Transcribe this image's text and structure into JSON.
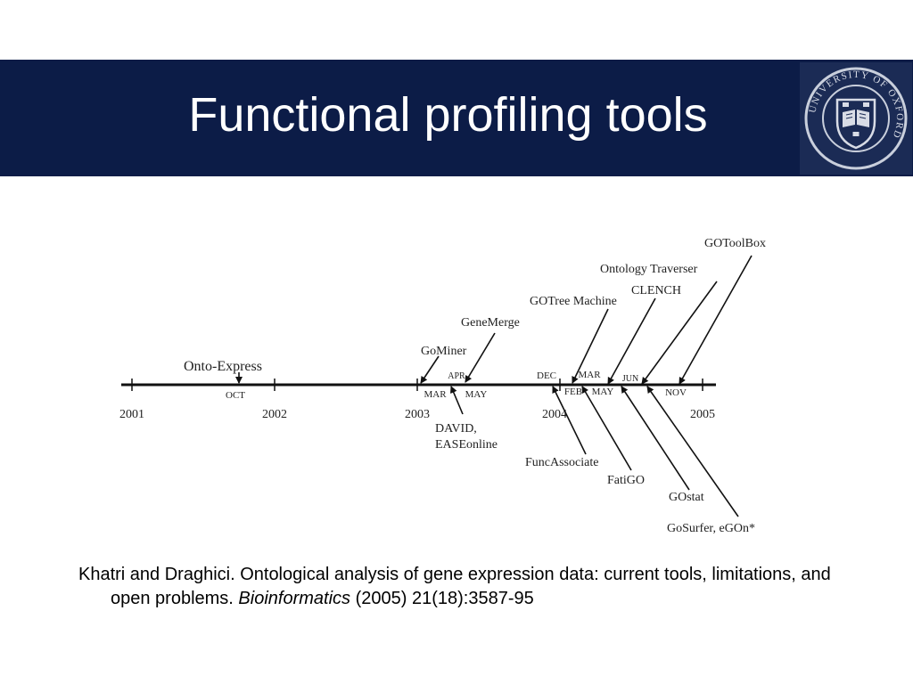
{
  "slide": {
    "title": "Functional profiling tools",
    "logo": {
      "icon": "university-of-oxford-crest-icon",
      "text": "UNIVERSITY OF OXFORD"
    },
    "colors": {
      "header_background": "#0c1c47",
      "title_text": "#ffffff"
    }
  },
  "timeline": {
    "years": [
      "2001",
      "2002",
      "2003",
      "2004",
      "2005"
    ],
    "month_labels": [
      {
        "id": "oct",
        "text": "OCT"
      },
      {
        "id": "mar",
        "text": "MAR"
      },
      {
        "id": "apr",
        "text": "APR"
      },
      {
        "id": "may",
        "text": "MAY"
      },
      {
        "id": "dec",
        "text": "DEC"
      },
      {
        "id": "mar2",
        "text": "MAR"
      },
      {
        "id": "feb",
        "text": "FEB"
      },
      {
        "id": "may2",
        "text": "MAY"
      },
      {
        "id": "jun",
        "text": "JUN"
      },
      {
        "id": "nov",
        "text": "NOV"
      }
    ],
    "tools": [
      {
        "id": "onto-express",
        "text": "Onto-Express"
      },
      {
        "id": "gominer",
        "text": "GoMiner"
      },
      {
        "id": "genemerge",
        "text": "GeneMerge"
      },
      {
        "id": "gotree-machine",
        "text": "GOTree Machine"
      },
      {
        "id": "ontology-traverser",
        "text": "Ontology Traverser"
      },
      {
        "id": "clench",
        "text": "CLENCH"
      },
      {
        "id": "gotoolbox",
        "text": "GOToolBox"
      },
      {
        "id": "david",
        "text": "DAVID,"
      },
      {
        "id": "easeonline",
        "text": "EASEonline"
      },
      {
        "id": "funcassociate",
        "text": "FuncAssociate"
      },
      {
        "id": "fatigo",
        "text": "FatiGO"
      },
      {
        "id": "gostat",
        "text": "GOstat"
      },
      {
        "id": "gosurfer",
        "text": "GoSurfer, eGOn*"
      }
    ]
  },
  "citation": {
    "before_journal": "Khatri and Draghici. Ontological analysis of gene expression data: current tools, limitations, and open problems. ",
    "journal": "Bioinformatics",
    "after_journal": " (2005) 21(18):3587-95"
  }
}
